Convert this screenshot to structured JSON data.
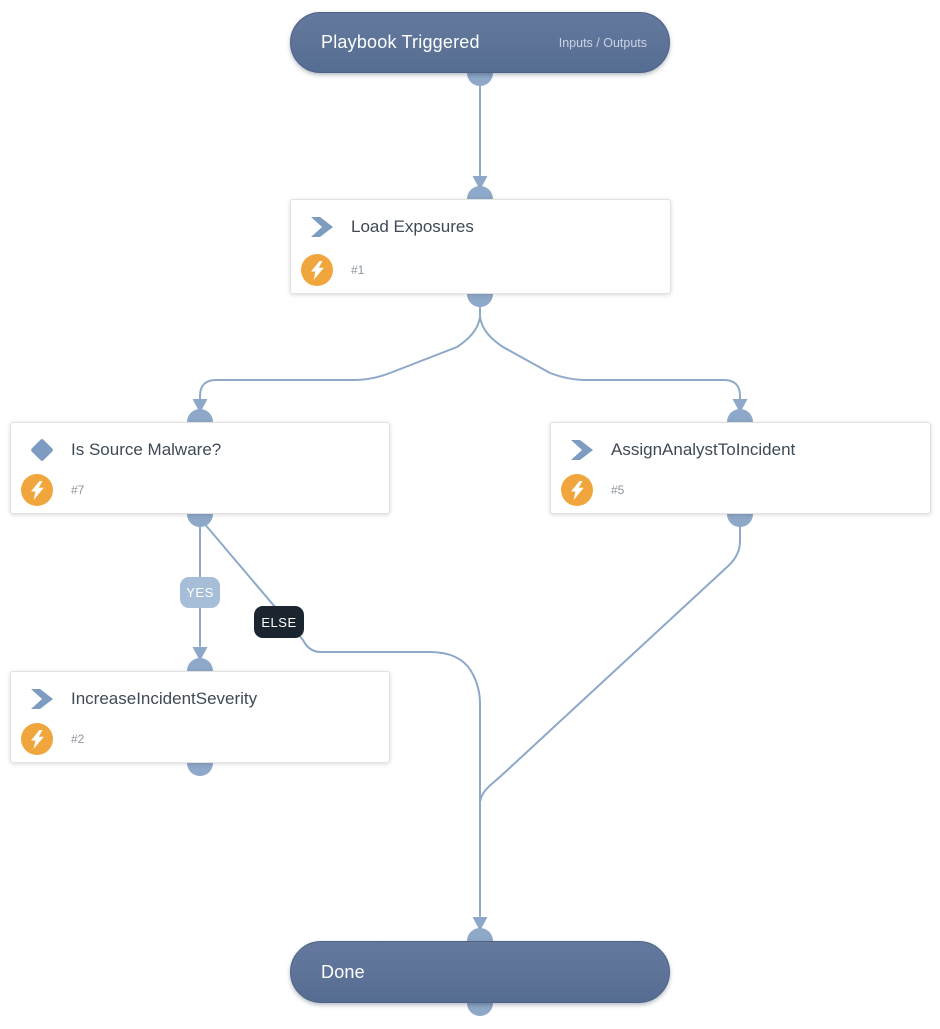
{
  "diagram": {
    "type": "playbook-workflow",
    "start_node": {
      "label": "Playbook Triggered",
      "io_link": "Inputs / Outputs"
    },
    "tasks": [
      {
        "title": "Load Exposures",
        "number": "#1",
        "icon": "action-chevron-icon"
      },
      {
        "title": "Is Source Malware?",
        "number": "#7",
        "icon": "condition-diamond-icon"
      },
      {
        "title": "AssignAnalystToIncident",
        "number": "#5",
        "icon": "action-chevron-icon"
      },
      {
        "title": "IncreaseIncidentSeverity",
        "number": "#2",
        "icon": "action-chevron-icon"
      }
    ],
    "end_node": {
      "label": "Done"
    },
    "edge_labels": {
      "yes": "YES",
      "else": "ELSE"
    },
    "edges": [
      {
        "from": "Playbook Triggered",
        "to": "Load Exposures"
      },
      {
        "from": "Load Exposures",
        "to": "Is Source Malware?"
      },
      {
        "from": "Load Exposures",
        "to": "AssignAnalystToIncident"
      },
      {
        "from": "Is Source Malware?",
        "to": "IncreaseIncidentSeverity",
        "label": "YES"
      },
      {
        "from": "Is Source Malware?",
        "to": "Done",
        "label": "ELSE"
      },
      {
        "from": "AssignAnalystToIncident",
        "to": "Done"
      }
    ],
    "colors": {
      "terminal_node": "#5d7499",
      "connector": "#8da8c8",
      "yes_badge": "#a7bed9",
      "else_badge": "#1b2530",
      "automation_badge": "#f0a63c",
      "node_icon": "#7d9cc0",
      "card_title": "#3f4a56",
      "task_number": "#8e959e"
    }
  }
}
